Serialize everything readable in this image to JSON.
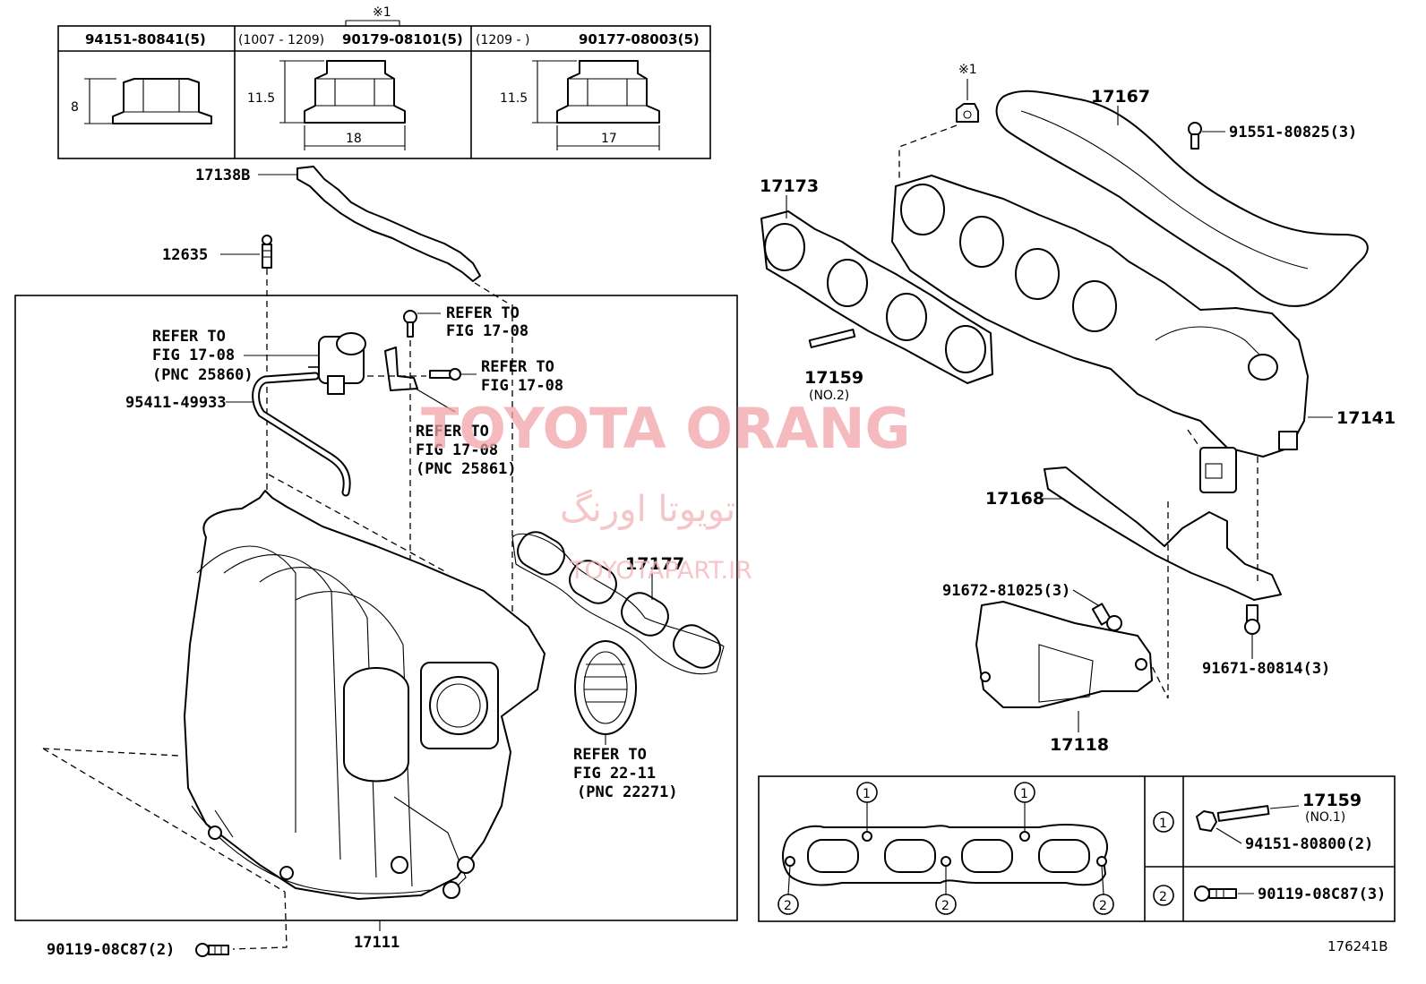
{
  "header_table": {
    "col1": {
      "part": "94151-80841(5)",
      "dim_height": "8"
    },
    "col2": {
      "prefix": "(1007 - 1209)",
      "part": "90179-08101(5)",
      "dim_height": "11.5",
      "dim_width": "18",
      "note_mark": "※1"
    },
    "col3": {
      "prefix": "(1209 -       )",
      "part": "90177-08003(5)",
      "dim_height": "11.5",
      "dim_width": "17"
    }
  },
  "labels": {
    "p17138B": "17138B",
    "p12635": "12635",
    "refer_vsv": [
      "REFER TO",
      "FIG 17-08",
      "(PNC 25860)"
    ],
    "p95411": "95411-49933",
    "refer_bolt1": [
      "REFER TO",
      "FIG 17-08"
    ],
    "refer_bolt2": [
      "REFER TO",
      "FIG 17-08"
    ],
    "refer_bracket": [
      "REFER TO",
      "FIG 17-08",
      "(PNC 25861)"
    ],
    "p17177": "17177",
    "refer_throttle": [
      "REFER TO",
      "FIG 22-11",
      "(PNC 22271)"
    ],
    "p90119_left": "90119-08C87(2)",
    "p17111": "17111",
    "note_mark_right": "※1",
    "p17167": "17167",
    "p91551": "91551-80825(3)",
    "p17173": "17173",
    "p17159_no2": "17159",
    "p17159_no2_sub": "(NO.2)",
    "p17141": "17141",
    "p17168": "17168",
    "p91672": "91672-81025(3)",
    "p91671": "91671-80814(3)",
    "p17118": "17118",
    "p17159_no1": "17159",
    "p17159_no1_sub": "(NO.1)",
    "p94151_80800": "94151-80800(2)",
    "p90119_right": "90119-08C87(3)",
    "legend_1": "1",
    "legend_2": "2",
    "diagram_code": "176241B"
  },
  "watermark": {
    "line1": "TOYOTA ORANG",
    "line2": "تویوتا اورنگ",
    "line3": "TOYOTAPART.IR"
  }
}
